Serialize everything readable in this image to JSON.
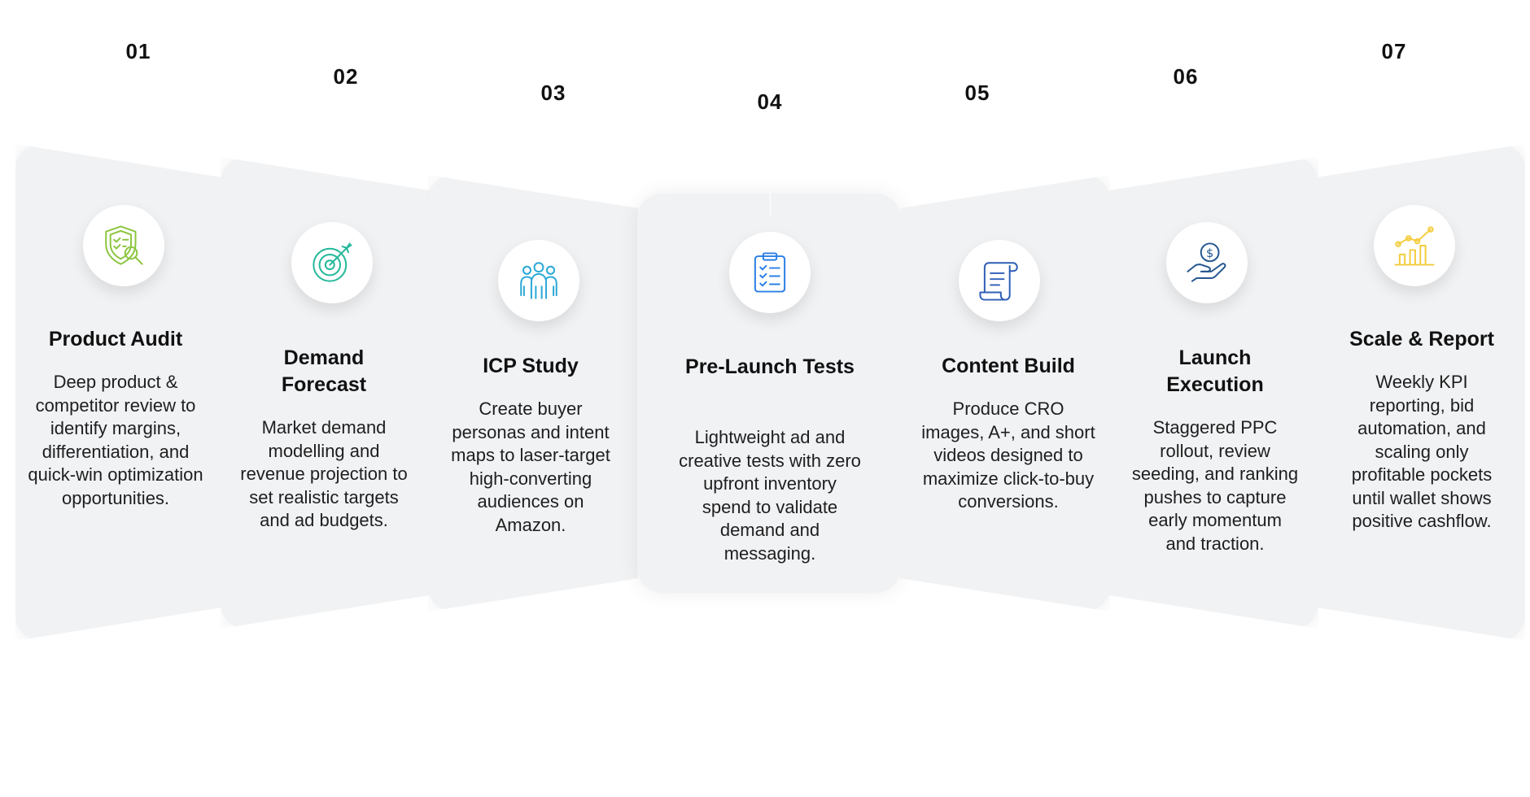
{
  "steps": [
    {
      "number": "01",
      "title": "Product Audit",
      "desc": "Deep product & competitor review to identify margins, differentiation, and quick-win optimization opportunities.",
      "icon": "shield-search-icon",
      "color": "#8cc63f"
    },
    {
      "number": "02",
      "title": "Demand Forecast",
      "desc": "Market demand modelling and revenue projection to set realistic targets and ad budgets.",
      "icon": "target-icon",
      "color": "#23b89a"
    },
    {
      "number": "03",
      "title": "ICP Study",
      "desc": "Create buyer personas and intent maps to laser-target high-converting audiences on Amazon.",
      "icon": "people-group-icon",
      "color": "#2aa8d6"
    },
    {
      "number": "04",
      "title": "Pre-Launch Tests",
      "desc": "Lightweight ad and creative tests with zero upfront inventory spend to validate demand and messaging.",
      "icon": "clipboard-checklist-icon",
      "color": "#2b7fe6"
    },
    {
      "number": "05",
      "title": "Content Build",
      "desc": "Produce CRO images, A+, and short videos designed to maximize click-to-buy conversions.",
      "icon": "document-scroll-icon",
      "color": "#2f5fb7"
    },
    {
      "number": "06",
      "title": "Launch Execution",
      "desc": "Staggered PPC rollout, review seeding, and ranking pushes to capture early momentum and traction.",
      "icon": "hand-coin-icon",
      "color": "#24578f"
    },
    {
      "number": "07",
      "title": "Scale & Report",
      "desc": "Weekly KPI reporting, bid automation, and scaling only profitable pockets until wallet shows positive cashflow.",
      "icon": "growth-chart-icon",
      "color": "#f4cc3c"
    }
  ]
}
